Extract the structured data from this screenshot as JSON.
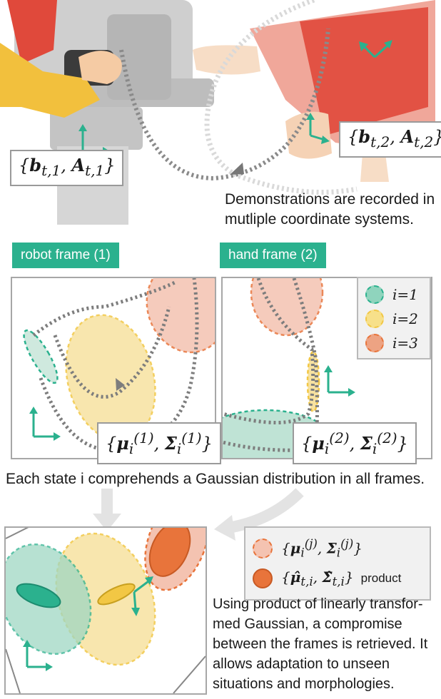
{
  "top": {
    "frame1_label": "{b_{t,1}, A_{t,1}}",
    "frame2_label": "{b_{t,2}, A_{t,2}}",
    "caption_line1": "Demonstrations are recorded in",
    "caption_line2": "mutliple coordinate systems."
  },
  "frames": {
    "robot_tag": "robot frame (1)",
    "hand_tag": "hand frame (2)",
    "robot_params": "{μ_i^(1), Σ_i^(1)}",
    "hand_params": "{μ_i^(2), Σ_i^(2)}"
  },
  "legend": {
    "items": [
      {
        "label": "i=1",
        "color": "#2bb18e"
      },
      {
        "label": "i=2",
        "color": "#f2c744"
      },
      {
        "label": "i=3",
        "color": "#e8743b"
      }
    ]
  },
  "middle_caption": "Each state i  comprehends a Gaussian distribution in all frames.",
  "bottom": {
    "legend_frame_params": "{μ_i^(j), Σ_i^(j)}",
    "legend_product_params": "{μ̂_{t,i}, Σ̂_{t,i}}",
    "legend_product_word": "product",
    "caption_lines": [
      "Using product of linearly transfor-",
      "med Gaussian, a compromise",
      "between the frames is retrieved. It",
      "allows adaptation to unseen",
      "situations and morphologies."
    ]
  },
  "colors": {
    "teal": "#2bb18e",
    "yellow": "#f2c744",
    "orange": "#e8743b",
    "salmon": "#f4c3b1",
    "grey_path": "#7d7d7d"
  },
  "icons": [
    "robot-arm-illustration",
    "human-hand-illustration",
    "coordinate-axes-icon"
  ]
}
